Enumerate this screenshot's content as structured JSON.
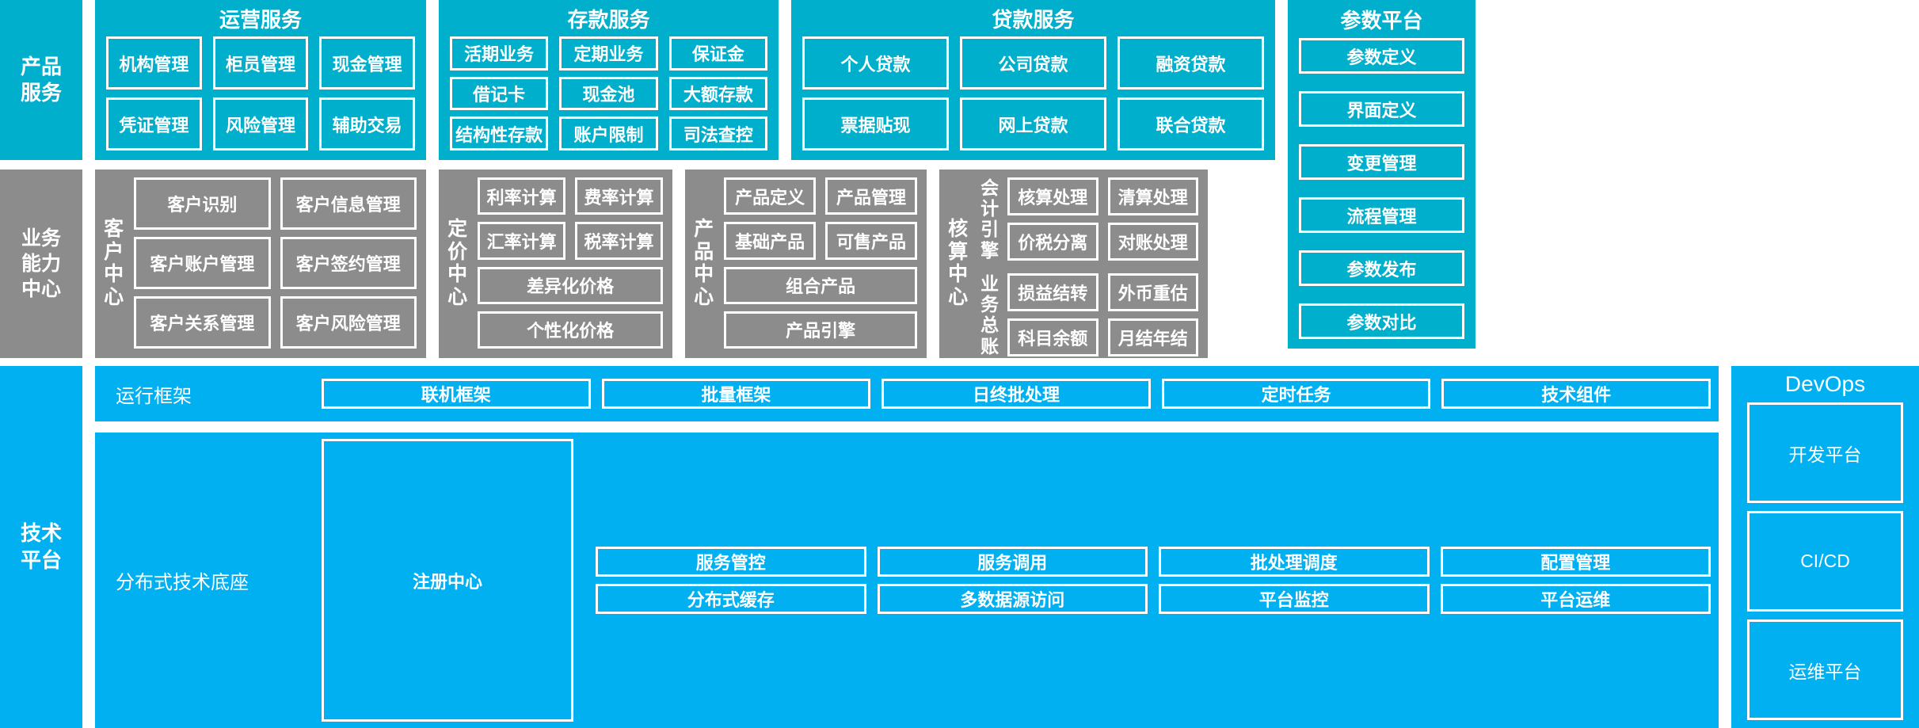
{
  "colors": {
    "teal": "#00AFCB",
    "blue": "#00B0F0",
    "gray": "#8C8C8C",
    "border": "#FFFFFF",
    "text": "#FFFFFF"
  },
  "rows": {
    "product_services": {
      "row_label": "产品\n服务",
      "groups": [
        {
          "id": "operation",
          "title": "运营服务",
          "cells": [
            "机构管理",
            "柜员管理",
            "现金管理",
            "凭证管理",
            "风险管理",
            "辅助交易"
          ]
        },
        {
          "id": "deposit",
          "title": "存款服务",
          "cells": [
            "活期业务",
            "定期业务",
            "保证金",
            "借记卡",
            "现金池",
            "大额存款",
            "结构性存款",
            "账户限制",
            "司法查控"
          ]
        },
        {
          "id": "loan",
          "title": "贷款服务",
          "cells": [
            "个人贷款",
            "公司贷款",
            "融资贷款",
            "票据贴现",
            "网上贷款",
            "联合贷款"
          ]
        }
      ]
    },
    "business_capability": {
      "row_label": "业务\n能力\n中心",
      "groups": [
        {
          "id": "customer",
          "vlabel": "客户中心",
          "cells": [
            "客户识别",
            "客户信息管理",
            "客户账户管理",
            "客户签约管理",
            "客户关系管理",
            "客户风险管理"
          ]
        },
        {
          "id": "pricing",
          "vlabel": "定价中心",
          "cells": [
            "利率计算",
            "费率计算",
            "汇率计算",
            "税率计算"
          ],
          "wide_cells": [
            "差异化价格",
            "个性化价格"
          ]
        },
        {
          "id": "product",
          "vlabel": "产品中心",
          "cells": [
            "产品定义",
            "产品管理",
            "基础产品",
            "可售产品"
          ],
          "wide_cells": [
            "组合产品",
            "产品引擎"
          ]
        },
        {
          "id": "accounting",
          "vlabel": "核算中心",
          "subgroups": [
            {
              "vlabel": "会计引擎",
              "cells": [
                "核算处理",
                "清算处理",
                "价税分离",
                "对账处理"
              ]
            },
            {
              "vlabel": "业务总账",
              "cells": [
                "损益结转",
                "外币重估",
                "科目余额",
                "月结年结"
              ]
            }
          ]
        }
      ]
    },
    "technical_platform": {
      "row_label": "技术\n平台",
      "bands": [
        {
          "id": "runtime",
          "label": "运行框架",
          "cells": [
            "联机框架",
            "批量框架",
            "日终批处理",
            "定时任务",
            "技术组件"
          ]
        },
        {
          "id": "base",
          "label": "分布式技术底座",
          "feature_cell": "注册中心",
          "cells": [
            "服务管控",
            "服务调用",
            "批处理调度",
            "配置管理",
            "分布式缓存",
            "多数据源访问",
            "平台监控",
            "平台运维"
          ]
        }
      ]
    }
  },
  "right_columns": {
    "param_platform": {
      "title": "参数平台",
      "items": [
        "参数定义",
        "界面定义",
        "变更管理",
        "流程管理",
        "参数发布",
        "参数对比"
      ]
    },
    "devops": {
      "title": "DevOps",
      "items": [
        "开发平台",
        "CI/CD",
        "运维平台"
      ]
    }
  }
}
